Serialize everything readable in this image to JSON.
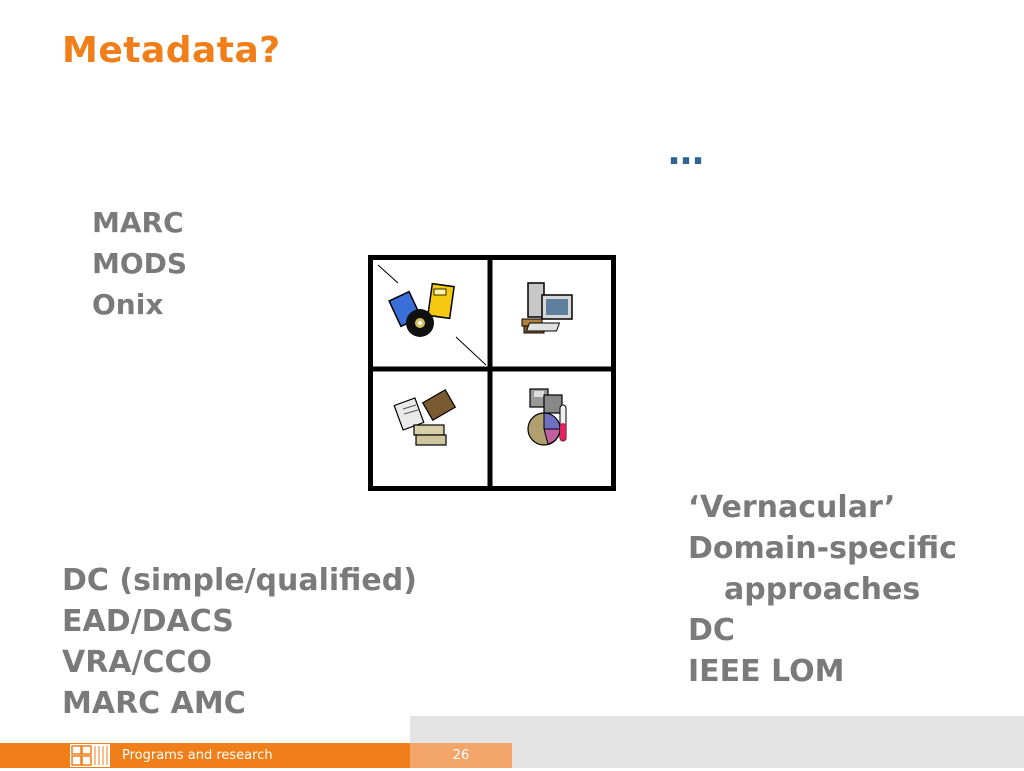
{
  "slide": {
    "title": "Metadata?",
    "ellipsis": "…",
    "top_left": [
      "MARC",
      "MODS",
      "Onix"
    ],
    "bottom_left": [
      "DC (simple/qualified)",
      "EAD/DACS",
      "VRA/CCO",
      "MARC AMC"
    ],
    "bottom_right": [
      "‘Vernacular’",
      "Domain-specific",
      "approaches",
      "DC",
      "IEEE LOM"
    ]
  },
  "quadrant_icons": [
    "books-and-disc-icon",
    "computer-and-books-icon",
    "documents-and-books-icon",
    "data-pie-chart-icon"
  ],
  "footer": {
    "org_text": "Programs and research",
    "page_number": "26"
  },
  "colors": {
    "title": "#f07f1a",
    "body_text": "#7a7a7a",
    "ellipsis": "#2f6496",
    "footer_orange": "#f07f1a",
    "footer_page_bg": "#f4a56a",
    "footer_gray": "#e3e3e3"
  }
}
